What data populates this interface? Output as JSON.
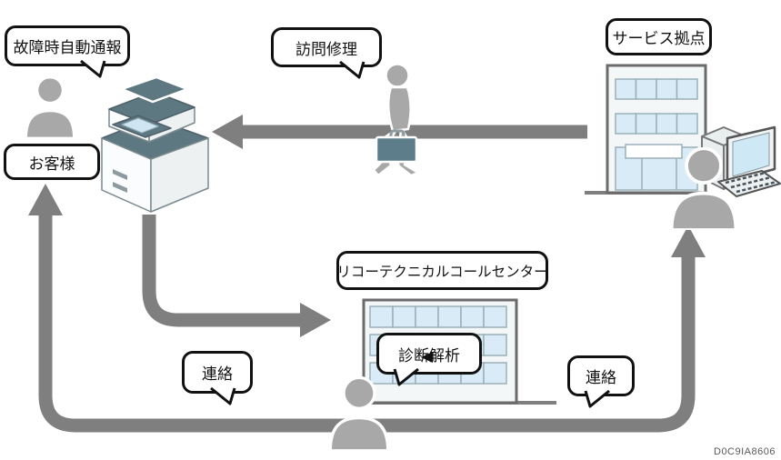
{
  "diagram": {
    "customer": {
      "bubble": "故障時自動通報",
      "label": "お客様"
    },
    "visit_repair": {
      "bubble": "訪問修理"
    },
    "service_base": {
      "label": "サービス拠点"
    },
    "call_center": {
      "label": "リコーテクニカルコールセンター",
      "bubble": "診断解析"
    },
    "contact_left": {
      "bubble": "連絡"
    },
    "contact_right": {
      "bubble": "連絡"
    },
    "figure_id": "D0C9IA8606"
  },
  "icons": {
    "customer": "person-icon",
    "engineer": "walking-engineer-icon",
    "call_center_operator": "person-icon",
    "service_staff": "person-icon",
    "device": "multifunction-printer-icon",
    "service_base": "office-building-icon",
    "call_center": "office-building-icon",
    "workstation": "desktop-computer-icon"
  },
  "colors": {
    "arrow_gray": "#7f7f7f",
    "person_gray": "#a8a8a8",
    "accent_slate": "#5e7881",
    "briefcase_slate": "#5e7d8a",
    "window_blue": "#d8ebf6",
    "screen_blue": "#cfe6f2",
    "building_fill": "#f4f7f8",
    "outline_black": "#111111",
    "figure_id_gray": "#5a5a5a"
  }
}
